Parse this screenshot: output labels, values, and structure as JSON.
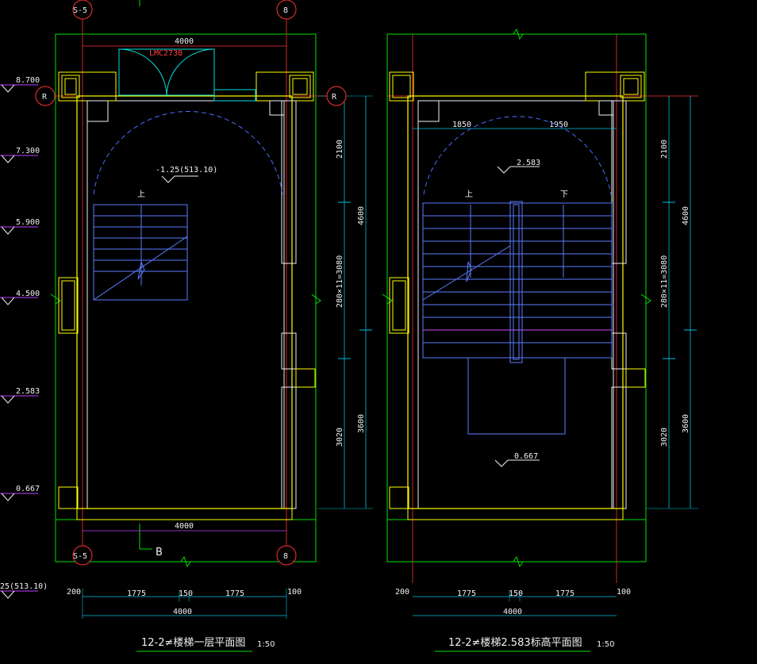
{
  "axes": {
    "left_top_a": "S-5",
    "left_top_b": "8",
    "left_bot_a": "S-5",
    "left_bot_b": "8",
    "axis_r": "R",
    "section_mark": "B"
  },
  "levels": [
    "8.700",
    "7.300",
    "5.900",
    "4.500",
    "2.583",
    "0.667",
    "25(513.10)"
  ],
  "left_plan": {
    "top_dim": "4000",
    "door_tag": "LMC2738",
    "stair_level": "-1.25(513.10)",
    "up_label": "上",
    "right_dims": [
      "2100",
      "4600",
      "280×11=3080",
      "3020",
      "3600"
    ],
    "inner_dim": "4000",
    "bottom_dims": [
      "200",
      "1775",
      "150",
      "1775",
      "100"
    ],
    "bottom_total": "4000",
    "title": "12-2≠楼梯一层平面图",
    "scale": "1:50"
  },
  "right_plan": {
    "top_dims": [
      "1850",
      "1950"
    ],
    "level_mid": "2.583",
    "level_low": "0.667",
    "up_label": "上",
    "down_label": "下",
    "right_dims": [
      "2100",
      "4600",
      "280×11=3080",
      "3020",
      "3600"
    ],
    "bottom_dims": [
      "200",
      "1775",
      "150",
      "1775",
      "100"
    ],
    "bottom_total": "4000",
    "title": "12-2≠楼梯2.583标高平面图",
    "scale": "1:50"
  }
}
